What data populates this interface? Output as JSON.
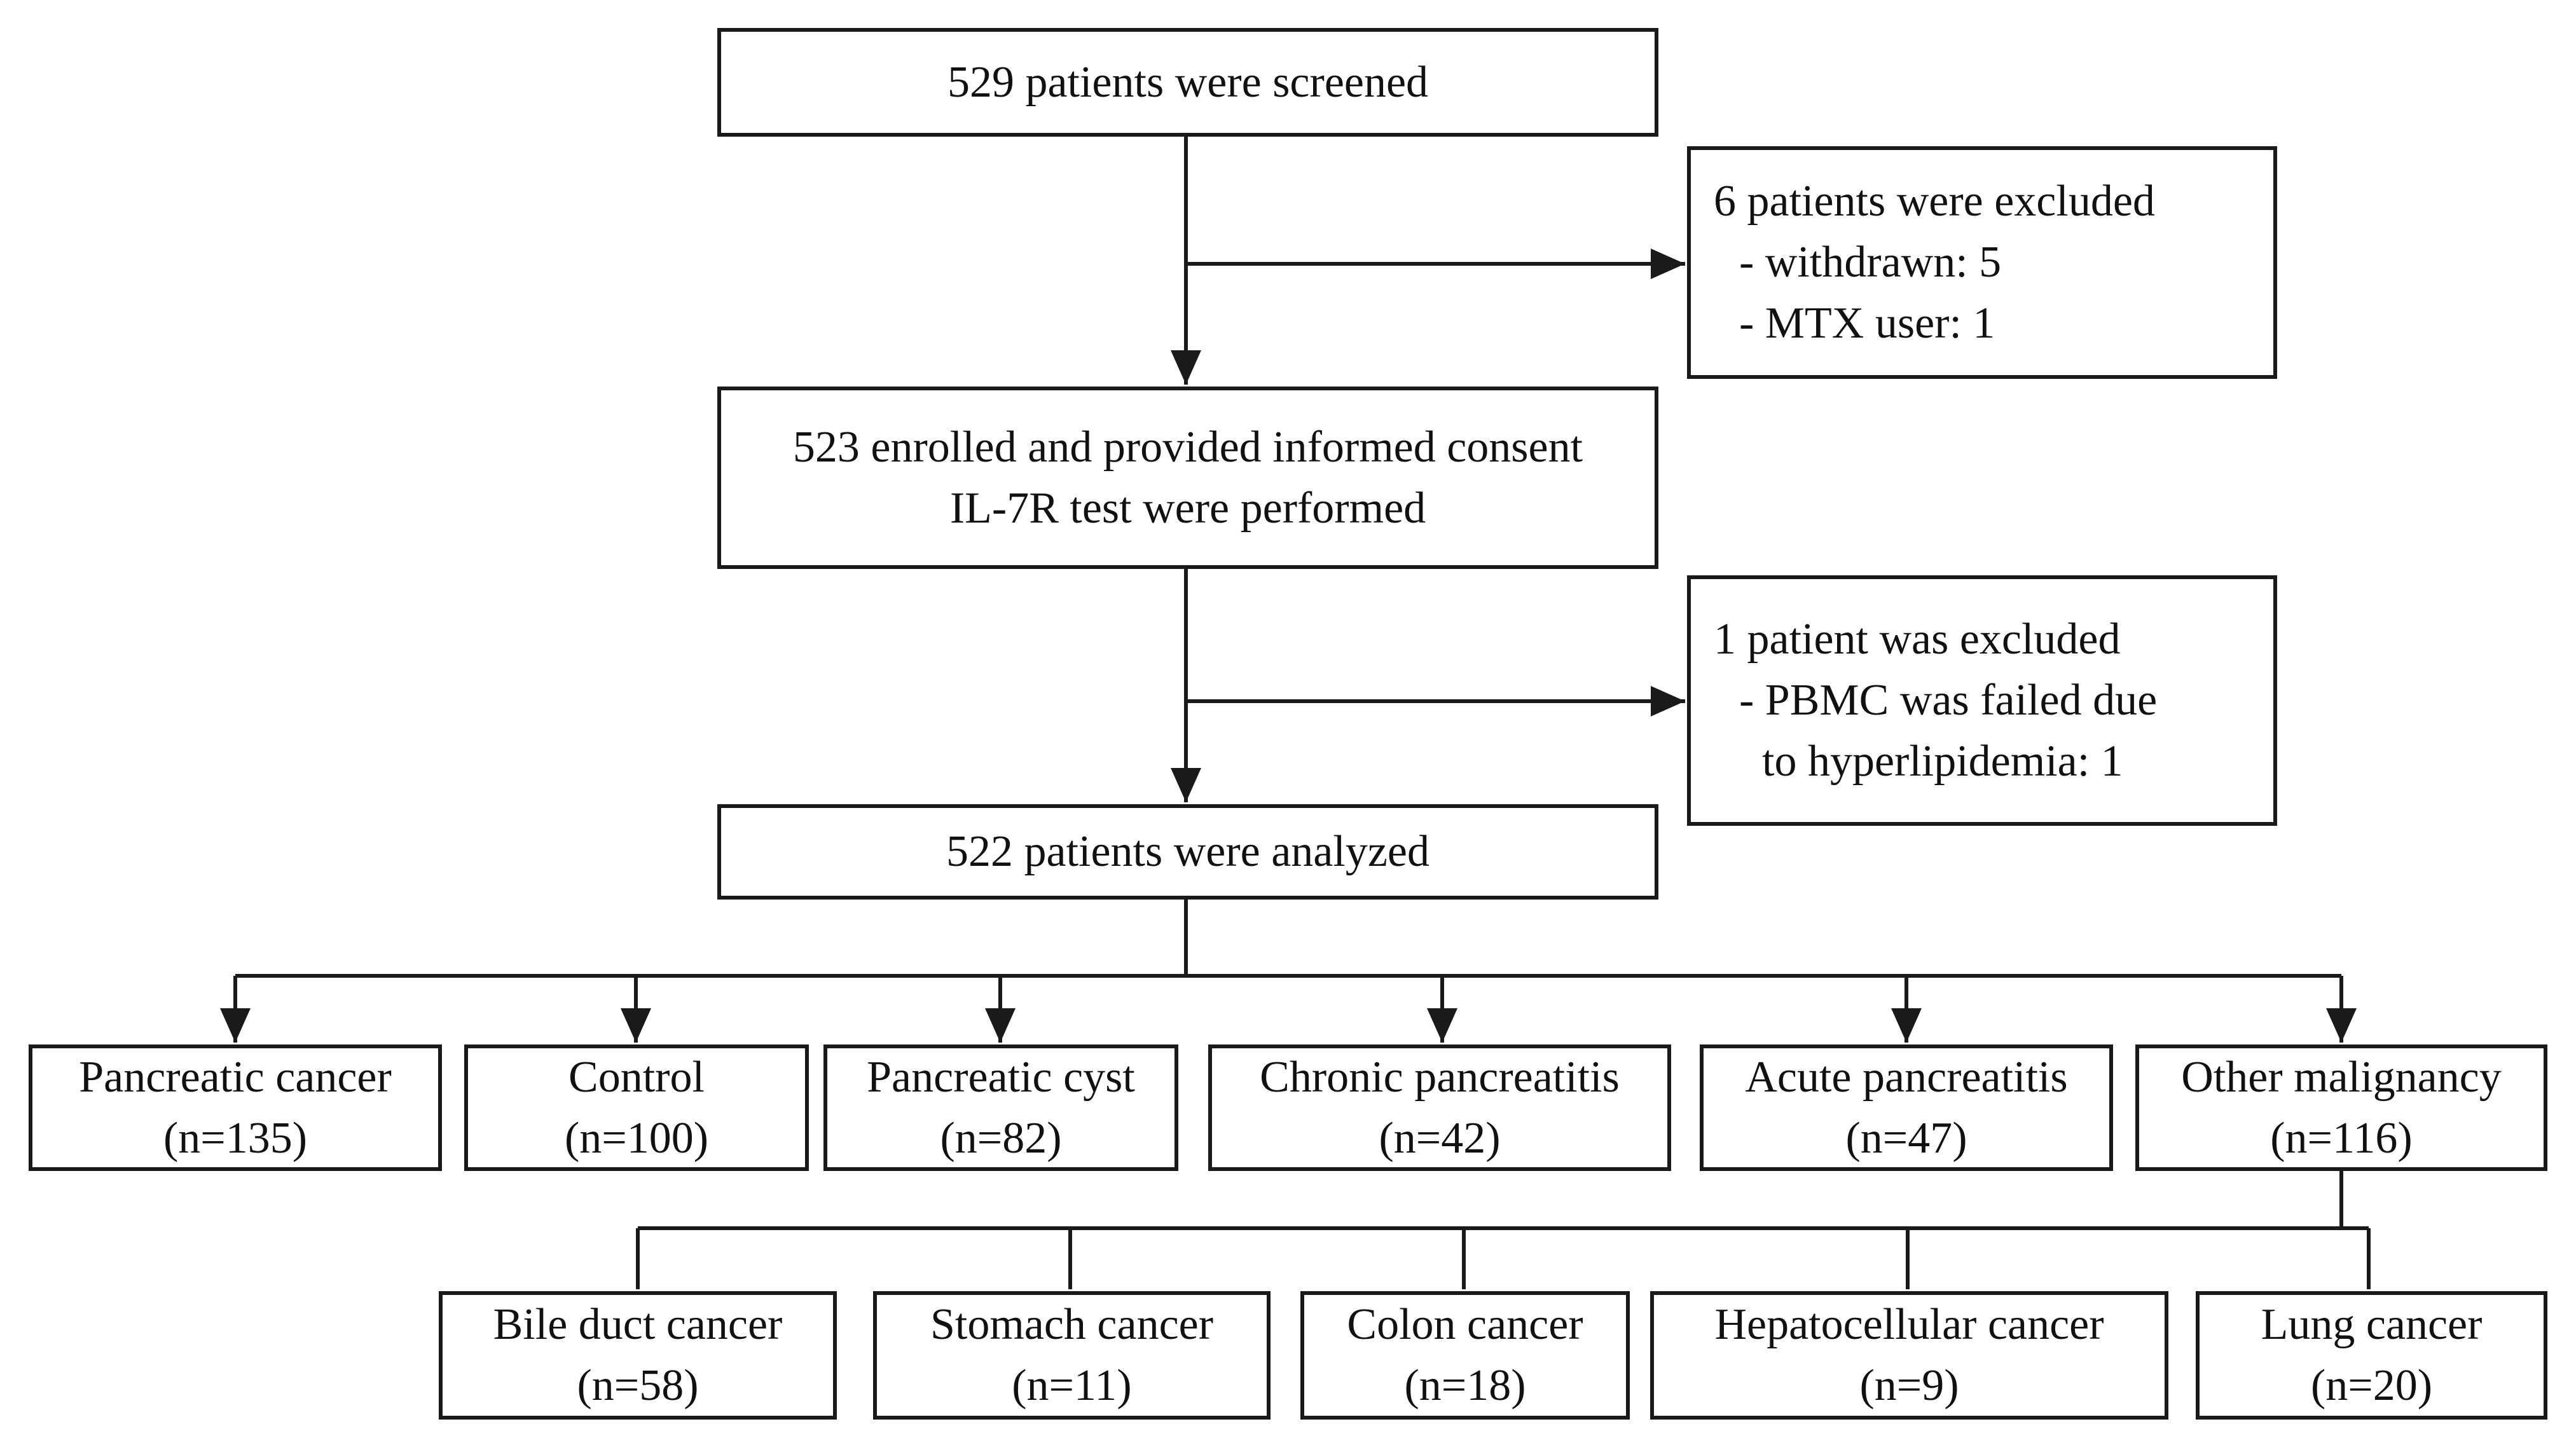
{
  "flow": {
    "screened": "529 patients were screened",
    "exclusion1": {
      "title": "6 patients were excluded",
      "items": [
        "- withdrawn: 5",
        "- MTX user: 1"
      ]
    },
    "enrolled": {
      "line1": "523 enrolled and provided informed consent",
      "line2": "IL-7R test were performed"
    },
    "exclusion2": {
      "title": "1 patient was excluded",
      "line1": "- PBMC was failed due",
      "line2": "to hyperlipidemia: 1"
    },
    "analyzed": "522 patients were analyzed",
    "groups": [
      {
        "name": "Pancreatic cancer",
        "n": "(n=135)"
      },
      {
        "name": "Control",
        "n": "(n=100)"
      },
      {
        "name": "Pancreatic cyst",
        "n": "(n=82)"
      },
      {
        "name": "Chronic pancreatitis",
        "n": "(n=42)"
      },
      {
        "name": "Acute pancreatitis",
        "n": "(n=47)"
      },
      {
        "name": "Other malignancy",
        "n": "(n=116)"
      }
    ],
    "subgroups": [
      {
        "name": "Bile duct cancer",
        "n": "(n=58)"
      },
      {
        "name": "Stomach cancer",
        "n": "(n=11)"
      },
      {
        "name": "Colon cancer",
        "n": "(n=18)"
      },
      {
        "name": "Hepatocellular cancer",
        "n": "(n=9)"
      },
      {
        "name": "Lung cancer",
        "n": "(n=20)"
      }
    ]
  }
}
